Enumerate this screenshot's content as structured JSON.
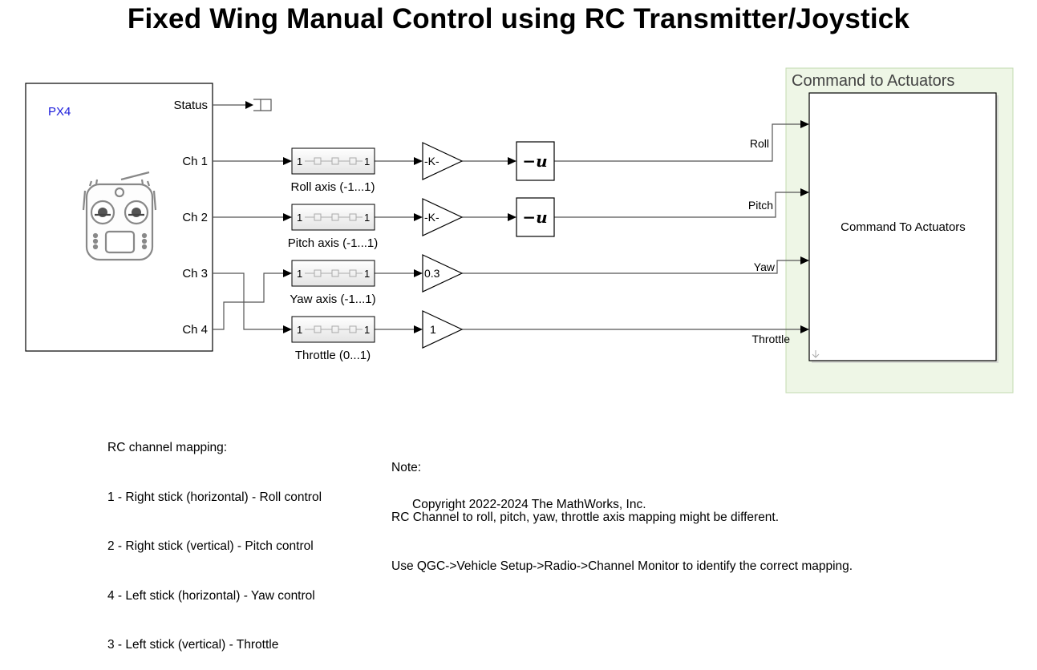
{
  "title": "Fixed Wing Manual Control using RC Transmitter/Joystick",
  "px4_block": {
    "label": "PX4",
    "outputs": [
      "Status",
      "Ch 1",
      "Ch 2",
      "Ch 3",
      "Ch 4"
    ]
  },
  "saturation_blocks": [
    {
      "label": "Roll axis (-1...1)",
      "left_value": "1",
      "right_value": "1"
    },
    {
      "label": "Pitch axis (-1...1)",
      "left_value": "1",
      "right_value": "1"
    },
    {
      "label": "Yaw axis (-1...1)",
      "left_value": "1",
      "right_value": "1"
    },
    {
      "label": "Throttle (0...1)",
      "left_value": "1",
      "right_value": "1"
    }
  ],
  "gain_blocks": [
    "-K-",
    "-K-",
    "0.3",
    "1"
  ],
  "negate_blocks": [
    "−u",
    "−u"
  ],
  "subsystem": {
    "area_label": "Command to Actuators",
    "block_label": "Command To Actuators",
    "inputs": [
      "Roll",
      "Pitch",
      "Yaw",
      "Throttle"
    ]
  },
  "rc_mapping": {
    "heading": "RC channel mapping:",
    "lines": [
      "1 - Right stick (horizontal) - Roll control",
      "2 - Right stick (vertical) - Pitch control",
      "4 - Left stick (horizontal) - Yaw control",
      "3 - Left stick (vertical) - Throttle"
    ]
  },
  "note": {
    "heading": "Note:",
    "lines": [
      "RC Channel to roll, pitch, yaw, throttle axis mapping might be different.",
      "Use QGC->Vehicle Setup->Radio->Channel Monitor to identify the correct mapping."
    ]
  },
  "copyright": "Copyright 2022-2024 The MathWorks, Inc.",
  "colors": {
    "area_fill": "#eef6e6",
    "area_border": "#c3dbb0",
    "px4_label": "#1a1adb",
    "line": "#555555"
  }
}
